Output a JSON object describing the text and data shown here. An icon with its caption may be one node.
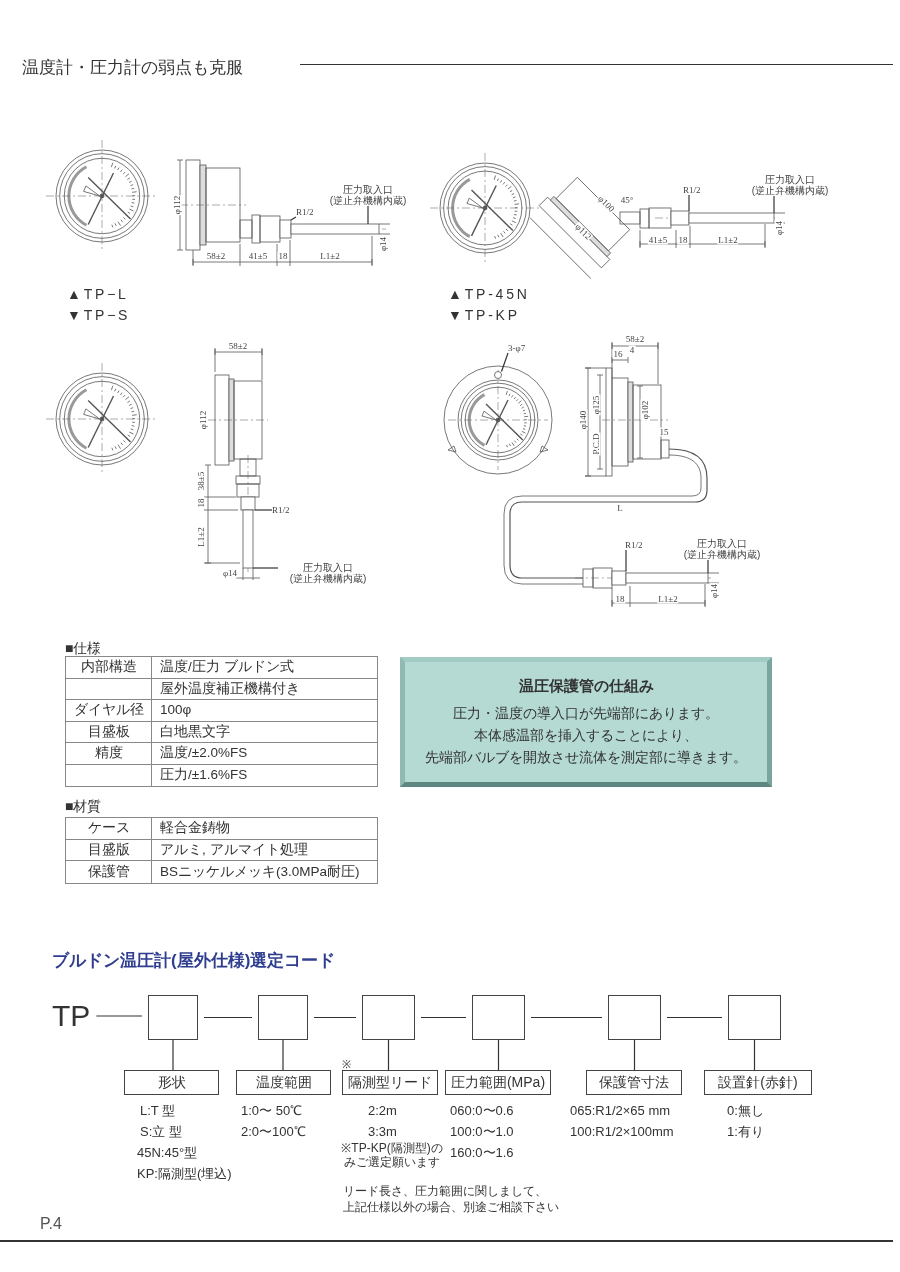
{
  "diagram": {
    "title": "温度計・圧力計の弱点も克服",
    "nodes": [
      {
        "text": [
          "R1/2"
        ]
      },
      {
        "text": [
          "圧力取入口",
          "(逆止弁機構内蔵)"
        ]
      },
      {
        "text": [
          "R1/2"
        ]
      },
      {
        "text": [
          "圧力取入口",
          "(逆止弁機構内蔵)"
        ]
      },
      {
        "text": [
          "R1/2"
        ]
      },
      {
        "text": [
          "圧力取入口",
          "(逆止弁機構内蔵)"
        ]
      },
      {
        "text": [
          "3-φ7"
        ]
      },
      {
        "text": [
          "R1/2"
        ]
      },
      {
        "text": [
          "圧力取入口",
          "(逆止弁機構内蔵)"
        ]
      },
      {
        "text": [
          "温圧保護管の仕組み",
          "圧力・温度の導入口が先端部にあります。",
          "本体感温部を挿入することにより、",
          "先端部バルブを開放させ流体を測定部に導きます。"
        ]
      },
      {
        "text": [
          "TP"
        ]
      },
      {
        "text": [],
        "shape": "box"
      },
      {
        "text": [],
        "shape": "box"
      },
      {
        "text": [],
        "shape": "box"
      },
      {
        "text": [],
        "shape": "box"
      },
      {
        "text": [],
        "shape": "box"
      },
      {
        "text": [],
        "shape": "box"
      },
      {
        "text": [
          "形状"
        ]
      },
      {
        "text": [
          "温度範囲"
        ]
      },
      {
        "text": [
          "隔測型リード"
        ]
      },
      {
        "text": [
          "圧力範囲(MPa)"
        ]
      },
      {
        "text": [
          "保護管寸法"
        ]
      },
      {
        "text": [
          "設置針(赤針)"
        ]
      },
      {
        "text": [],
        "shape": "box"
      },
      {
        "text": [],
        "shape": "bar"
      },
      {
        "text": [],
        "shape": "box"
      },
      {
        "text": [],
        "shape": "bar"
      },
      {
        "text": [],
        "shape": "box"
      },
      {
        "text": [],
        "shape": "bar"
      },
      {
        "text": [],
        "shape": "circle"
      },
      {
        "text": [],
        "shape": "box"
      },
      {
        "text": [],
        "shape": "bar"
      }
    ],
    "edges": [
      {
        "from": 0,
        "to": 23,
        "arrow": "none"
      },
      {
        "from": 1,
        "to": 24,
        "arrow": "none"
      },
      {
        "from": 2,
        "to": 25,
        "arrow": "none"
      },
      {
        "from": 3,
        "to": 26,
        "arrow": "none"
      },
      {
        "from": 4,
        "to": 27,
        "arrow": "none"
      },
      {
        "from": 5,
        "to": 28,
        "arrow": "none"
      },
      {
        "from": 6,
        "to": 29,
        "arrow": "none"
      },
      {
        "from": 7,
        "to": 30,
        "arrow": "none"
      },
      {
        "from": 8,
        "to": 31,
        "arrow": "none"
      },
      {
        "from": 10,
        "to": 11,
        "arrow": "none"
      },
      {
        "from": 11,
        "to": 12,
        "arrow": "none"
      },
      {
        "from": 12,
        "to": 13,
        "arrow": "none"
      },
      {
        "from": 13,
        "to": 14,
        "arrow": "none"
      },
      {
        "from": 14,
        "to": 15,
        "arrow": "none"
      },
      {
        "from": 15,
        "to": 16,
        "arrow": "none"
      },
      {
        "from": 11,
        "to": 17,
        "arrow": "none"
      },
      {
        "from": 12,
        "to": 18,
        "arrow": "none"
      },
      {
        "from": 13,
        "to": 19,
        "arrow": "none"
      },
      {
        "from": 14,
        "to": 20,
        "arrow": "none"
      },
      {
        "from": 15,
        "to": 21,
        "arrow": "none"
      },
      {
        "from": 16,
        "to": 22,
        "arrow": "none"
      }
    ],
    "labels": [
      "φ112",
      "58±2",
      "41±5",
      "18",
      "L1±2",
      "φ14",
      "φ112",
      "φ100",
      "45°",
      "41±5",
      "18",
      "L1±2",
      "φ14",
      "▲TP−L",
      "▼TP−S",
      "▲TP-45N",
      "▼TP-KP",
      "58±2",
      "φ112",
      "38±5",
      "18",
      "L1±2",
      "φ14",
      "58±2",
      "16",
      "4",
      "φ140",
      "P.C.D",
      "φ125",
      "φ102",
      "15",
      "L",
      "18",
      "L1±2",
      "φ14",
      "■仕様",
      "内部構造",
      "温度/圧力 ブルドン式",
      "屋外温度補正機構付き",
      "ダイヤル径",
      "100φ",
      "目盛板",
      "白地黒文字",
      "精度",
      "温度/±2.0%FS",
      "圧力/±1.6%FS",
      "■材質",
      "ケース",
      "軽合金鋳物",
      "目盛版",
      "アルミ, アルマイト処理",
      "保護管",
      "BSニッケルメッキ(3.0MPa耐圧)",
      "ブルドン温圧計(屋外仕様)選定コード",
      "※",
      "L:T 型",
      "1:0〜 50℃",
      "2:2m",
      "060:0〜0.6",
      "065:R1/2×65 mm",
      "0:無し",
      "S:立 型",
      "2:0〜100℃",
      "3:3m",
      "100:0〜1.0",
      "100:R1/2×100mm",
      "1:有り",
      "45N:45°型",
      "※TP-KP(隔測型)のみご選定願います",
      "160:0〜1.6",
      "KP:隔測型(埋込)",
      "リード長さ、圧力範囲に関しまして、",
      "上記仕様以外の場合、別途ご相談下さい",
      "P.4"
    ]
  }
}
